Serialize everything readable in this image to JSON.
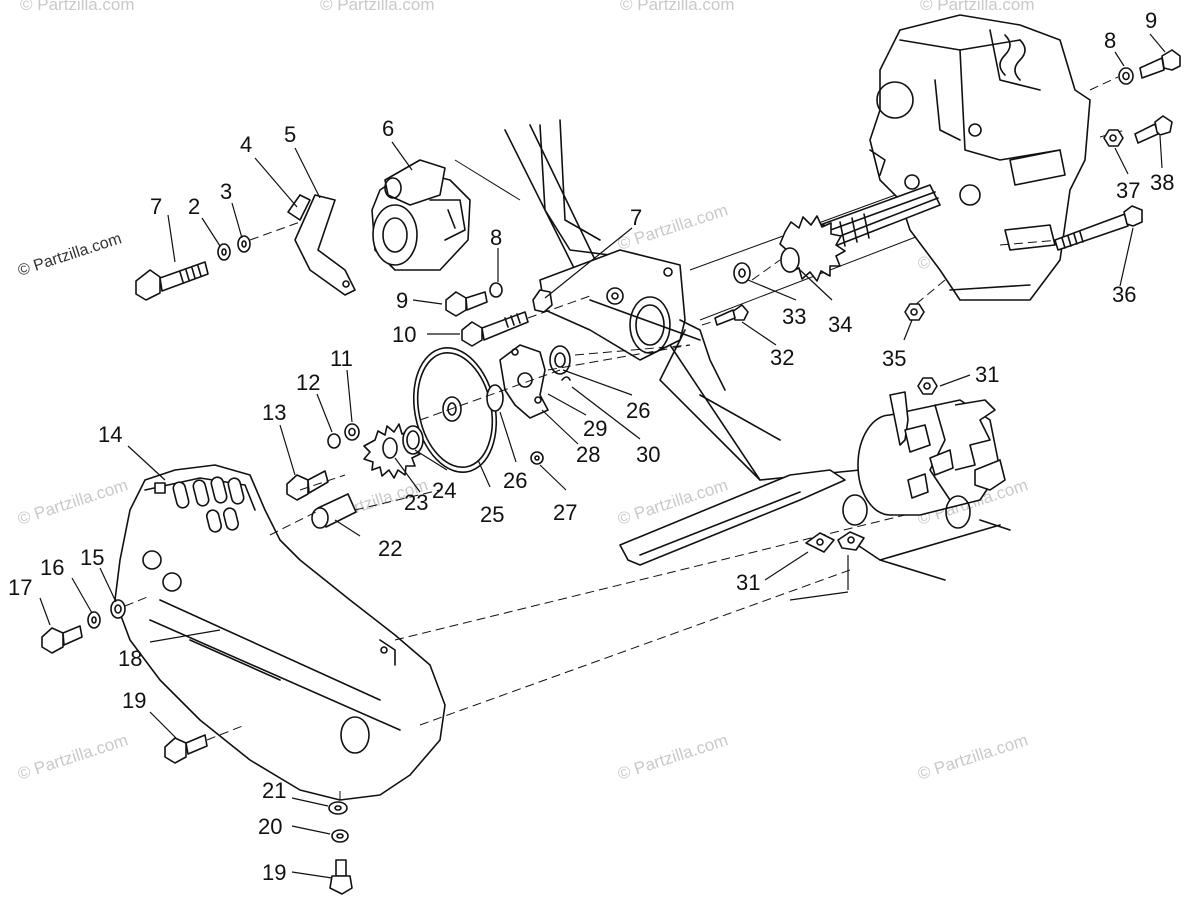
{
  "watermark": {
    "brand_text": "© Partzilla.com",
    "repeat_text": "© Partzilla.com"
  },
  "callouts": {
    "c2": "2",
    "c3": "3",
    "c4": "4",
    "c5": "5",
    "c6": "6",
    "c7a": "7",
    "c7b": "7",
    "c8a": "8",
    "c8b": "8",
    "c9a": "9",
    "c9b": "9",
    "c10": "10",
    "c11": "11",
    "c12": "12",
    "c13": "13",
    "c14": "14",
    "c15": "15",
    "c16": "16",
    "c17": "17",
    "c18": "18",
    "c19a": "19",
    "c19b": "19",
    "c20": "20",
    "c21": "21",
    "c22": "22",
    "c23": "23",
    "c24": "24",
    "c25": "25",
    "c26a": "26",
    "c26b": "26",
    "c27": "27",
    "c28": "28",
    "c29": "29",
    "c30": "30",
    "c31a": "31",
    "c31b": "31",
    "c32": "32",
    "c33": "33",
    "c34": "34",
    "c35": "35",
    "c36": "36",
    "c37": "37",
    "c38": "38"
  }
}
